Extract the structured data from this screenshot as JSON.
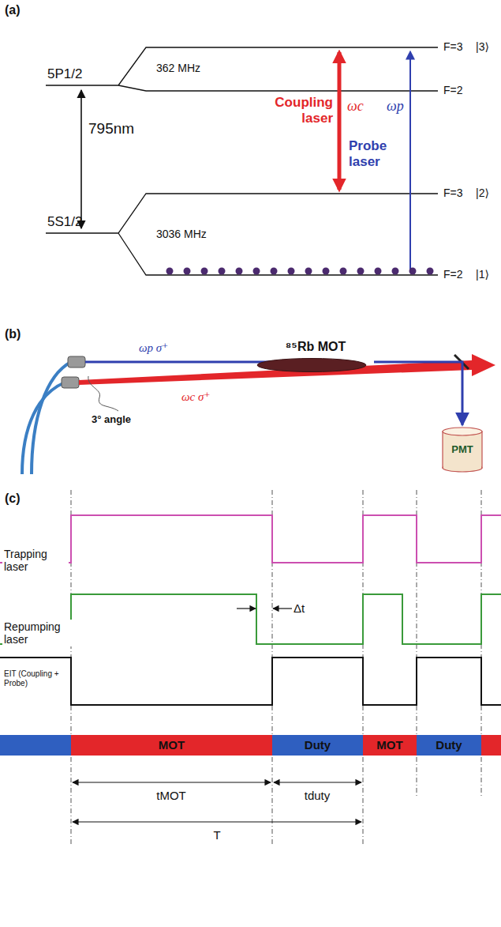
{
  "diagram": {
    "nodes": [
      {
        "text": [
          "⁸⁵Rb MOT"
        ]
      },
      {
        "text": [
          "PMT"
        ]
      },
      {
        "text": [
          "MOT"
        ]
      },
      {
        "text": [
          "Duty"
        ]
      },
      {
        "text": [
          "MOT"
        ]
      },
      {
        "text": [
          "Duty"
        ]
      }
    ],
    "edges": [
      {
        "from": 0,
        "to": 1,
        "arrow": "to"
      }
    ],
    "labels": [
      "(a)",
      "5P1/2",
      "795nm",
      "5S1/2",
      "362 MHz",
      "F=3",
      "|3⟩",
      "F=2",
      "F=3",
      "|2⟩",
      "3036 MHz",
      "F=2",
      "|1⟩",
      "Coupling laser",
      "ωc",
      "Probe laser",
      "ωp",
      "(b)",
      "ωp σ⁺",
      "ωc σ⁺",
      "3° angle",
      "(c)",
      "Trapping laser",
      "Repumping laser",
      "Δt",
      "EIT (Coupling + Probe)",
      "tMOT",
      "tduty",
      "T"
    ]
  }
}
